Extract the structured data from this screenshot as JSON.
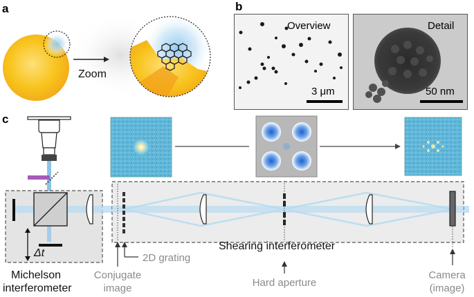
{
  "panel_labels": {
    "a": "a",
    "b": "b",
    "c": "c"
  },
  "panel_a": {
    "zoom_label": "Zoom"
  },
  "panel_b": {
    "overview": {
      "title": "Overview",
      "scale_label": "3 μm"
    },
    "detail": {
      "title": "Detail",
      "scale_label": "50 nm"
    }
  },
  "panel_c": {
    "delay_label": "Δt",
    "michelson_label": [
      "Michelson",
      "interferometer"
    ],
    "shearing_label": "Shearing interferometer",
    "grating_label": "2D grating",
    "conjugate_label": [
      "Conjugate",
      "image"
    ],
    "aperture_label": "Hard aperture",
    "camera_label": [
      "Camera",
      "(image)"
    ]
  },
  "colors": {
    "gold": "#f7c31a",
    "gold_dark": "#f0a020",
    "beam_blue": "#9fd0ec",
    "pump_purple": "#a65ab8",
    "box_fill": "#e6e6e6",
    "fft_bg": "#5fb6d8",
    "gray_text": "#8a8a8a"
  }
}
